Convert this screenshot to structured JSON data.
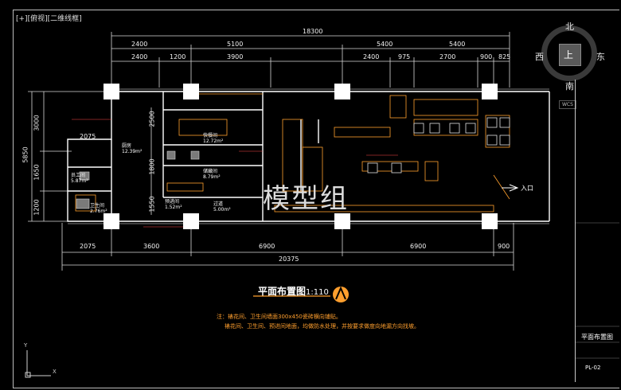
{
  "viewport": {
    "label": "[+][俯视][二维线框]"
  },
  "dimensions": {
    "top_total": "18300",
    "top_row1": [
      "2400",
      "5100",
      "5400",
      "5400"
    ],
    "top_row2": [
      "2400",
      "1200",
      "3900",
      "2400",
      "975",
      "2700",
      "900",
      "825"
    ],
    "bottom_row1": [
      "2075",
      "3600",
      "6900",
      "6900",
      "900"
    ],
    "bottom_total": "20375",
    "left_outer": "5850",
    "left_inner": [
      "3000",
      "1650",
      "1200"
    ],
    "left_mid": "2075",
    "mid_vertical": [
      "2500",
      "1800",
      "1550"
    ]
  },
  "rooms": [
    {
      "name": "厨房",
      "area": "12.39m²"
    },
    {
      "name": "员工间",
      "area": "5.87m²"
    },
    {
      "name": "卫生间",
      "area": "2.76m²"
    },
    {
      "name": "快餐间",
      "area": "12.72m²"
    },
    {
      "name": "储藏间",
      "area": "8.79m²"
    },
    {
      "name": "预进间",
      "area": "1.52m²"
    },
    {
      "name": "过道",
      "area": "5.00m²"
    },
    {
      "name": "入口",
      "area": ""
    }
  ],
  "watermark": "模型组",
  "plan_title": {
    "text": "平面布置图",
    "scale": "1:110"
  },
  "notes": [
    "注：裱花间、卫生间墙面300x450瓷砖横向铺贴。",
    "裱花间、卫生间、预进间地面，均做防水处理，并按要求做度向地漏方向找坡。"
  ],
  "view_cube": {
    "north": "北",
    "south": "南",
    "east": "东",
    "west": "西",
    "top": "上",
    "wcs": "WCS"
  },
  "title_block": {
    "drawing_name": "平面布置图",
    "drawing_no": "PL-02"
  },
  "ucs": {
    "x": "X",
    "y": "Y"
  },
  "colors": {
    "background": "#000000",
    "walls": "#ffffff",
    "dimensions": "#f2f2f2",
    "annotation": "#ff9f2e",
    "accent": "#ff4a4a"
  }
}
